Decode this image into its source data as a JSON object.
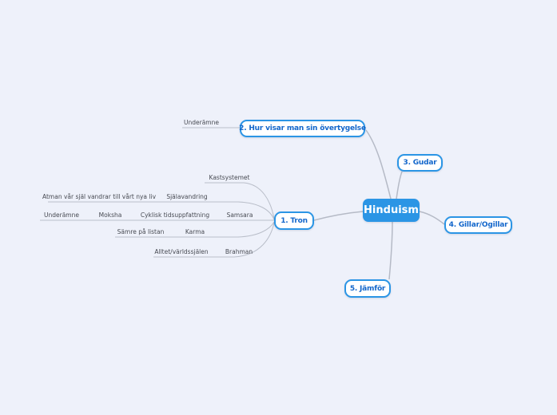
{
  "colors": {
    "background": "#eef1fa",
    "accent_blue": "#2b95e5",
    "topic_text_blue": "#1266cb",
    "branch_line_gray": "#b9bec9",
    "root_connector_gray": "#b5bac6",
    "root_text": "#ffffff"
  },
  "nodes": {
    "root": {
      "label": "Hinduism"
    },
    "conviction": {
      "label": "2. Hur visar man sin övertygelse"
    },
    "conviction_sub": {
      "label": "Underämne"
    },
    "gods": {
      "label": "3. Gudar"
    },
    "likes": {
      "label": "4. Gillar/Ogillar"
    },
    "compare": {
      "label": "5. Jämför"
    },
    "faith": {
      "label": "1. Tron"
    },
    "kastsystemet": {
      "label": "Kastsystemet"
    },
    "sjalavandring": {
      "label": "Själavandring"
    },
    "atman": {
      "label": "Atman vår själ vandrar till vårt nya liv"
    },
    "samsara": {
      "label": "Samsara"
    },
    "cyklisk": {
      "label": "Cyklisk tidsuppfattning"
    },
    "moksha": {
      "label": "Moksha"
    },
    "moksha_sub": {
      "label": "Underämne"
    },
    "karma": {
      "label": "Karma"
    },
    "karma_sub": {
      "label": "Sämre på listan"
    },
    "brahman": {
      "label": "Brahman"
    },
    "brahman_sub": {
      "label": "Alltet/världssjälen"
    }
  }
}
